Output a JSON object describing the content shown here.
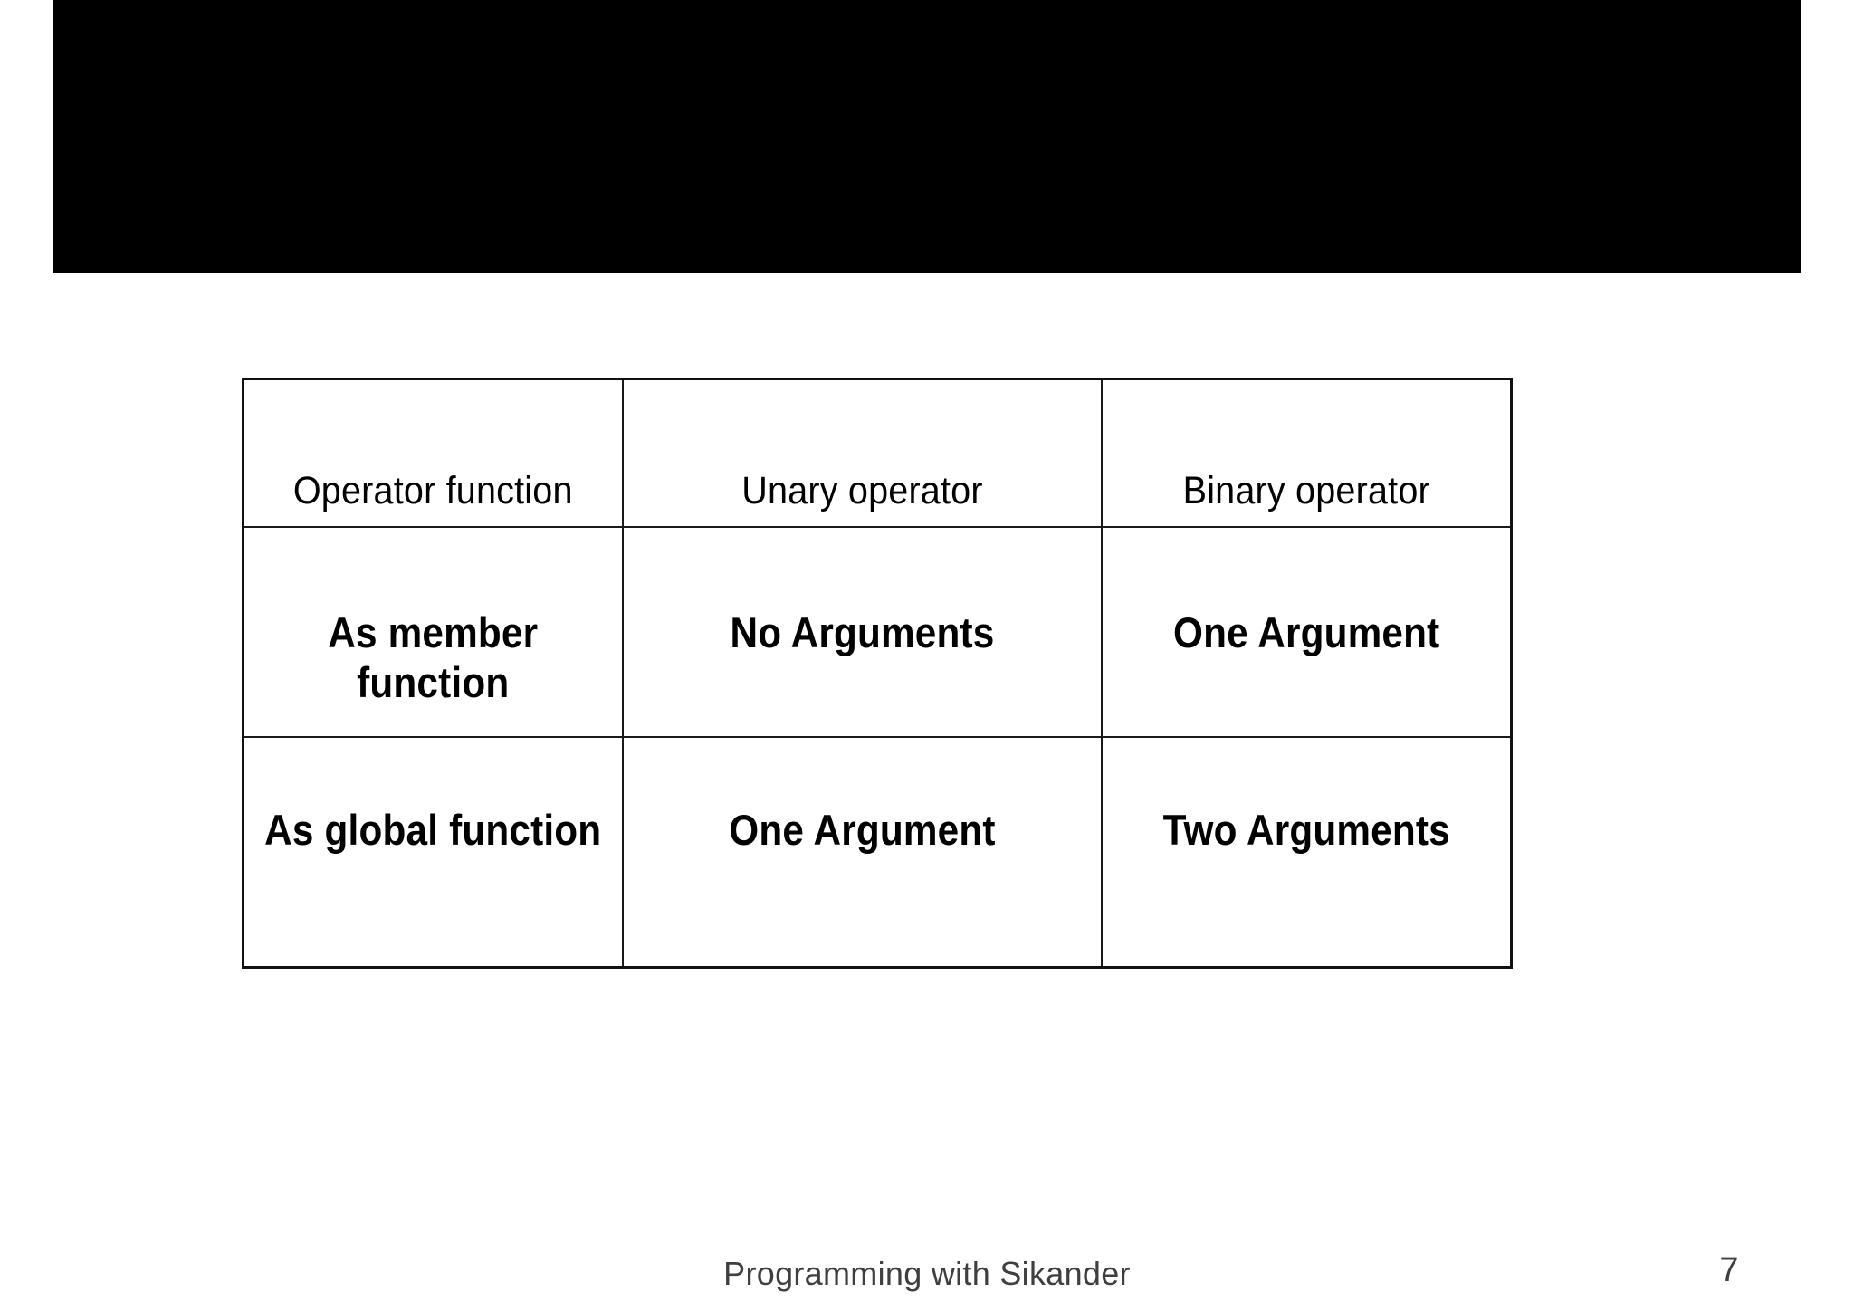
{
  "slide": {
    "banner": {
      "title": "",
      "background_color": "#000000"
    },
    "table": {
      "columns": [
        "Operator function",
        "Unary operator",
        "Binary operator"
      ],
      "rows": [
        {
          "label": "As member function",
          "unary": "No Arguments",
          "binary": "One Argument"
        },
        {
          "label": "As global function",
          "unary": "One Argument",
          "binary": "Two Arguments"
        }
      ],
      "border_color": "#111111"
    },
    "footer": {
      "text": "Programming with Sikander",
      "page_number": "7",
      "text_color": "#3f3f3f"
    }
  }
}
